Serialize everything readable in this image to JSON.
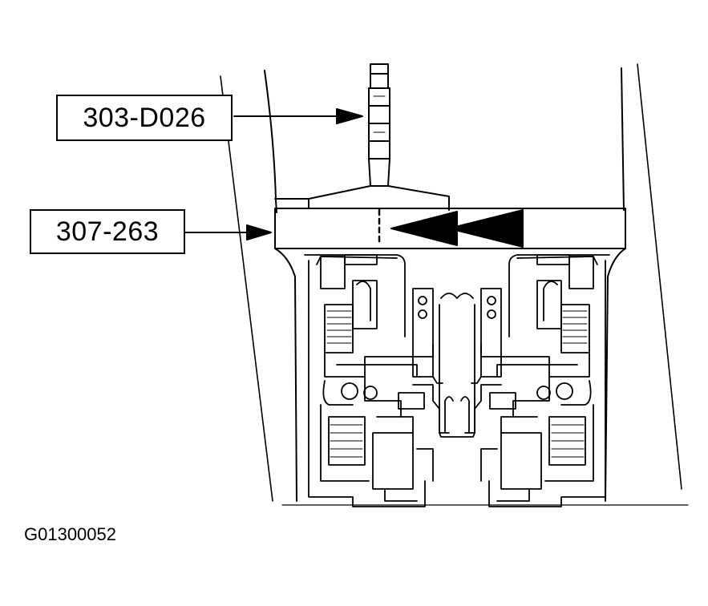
{
  "callouts": {
    "tool_303": "303-D026",
    "tool_307": "307-263"
  },
  "figure_id": "G01300052",
  "colors": {
    "ink": "#000000",
    "paper": "#ffffff"
  }
}
